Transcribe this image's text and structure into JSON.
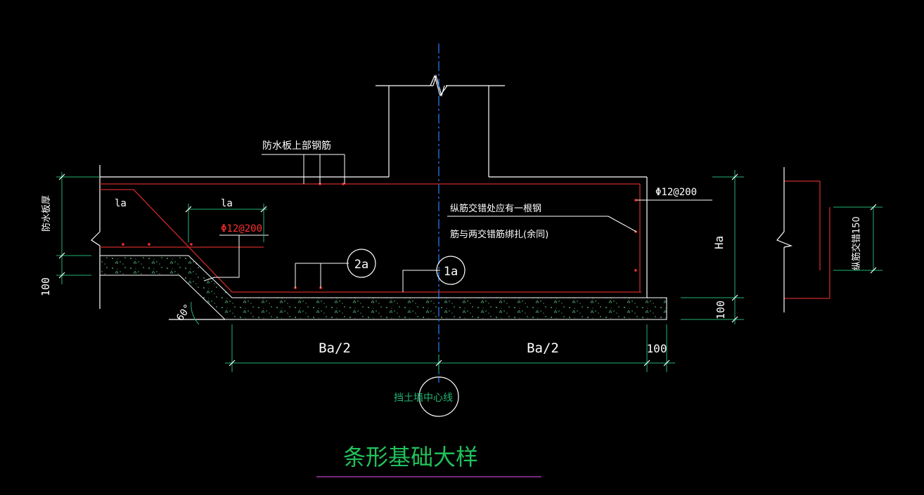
{
  "colors": {
    "background": "#000000",
    "line": "#ffffff",
    "rebar": "#cc2a2a",
    "dimension": "#22b573",
    "centerline": "#2a7fff",
    "title": "#22c05a",
    "underline": "#c040d0",
    "red_text": "#ff3030"
  },
  "labels": {
    "top_rebar": "防水板上部钢筋",
    "la_left": "la",
    "la_dim": "la",
    "rebar_red": "Φ12@200",
    "rebar_right": "Φ12@200",
    "note_line1": "纵筋交错处应有一根钢",
    "note_line2": "筋与两交错筋绑扎(余同)",
    "callout_2a": "2a",
    "callout_1a": "1a",
    "slab_thickness": "防水板厚",
    "dim_100_left": "100",
    "angle": "60°",
    "ha": "Ha",
    "dim_100_right": "100",
    "ba_left": "Ba/2",
    "ba_right": "Ba/2",
    "dim_100_bottom": "100",
    "centerline_label": "挡土墙中心线",
    "stagger_label": "纵筋交错150",
    "title": "条形基础大样"
  }
}
